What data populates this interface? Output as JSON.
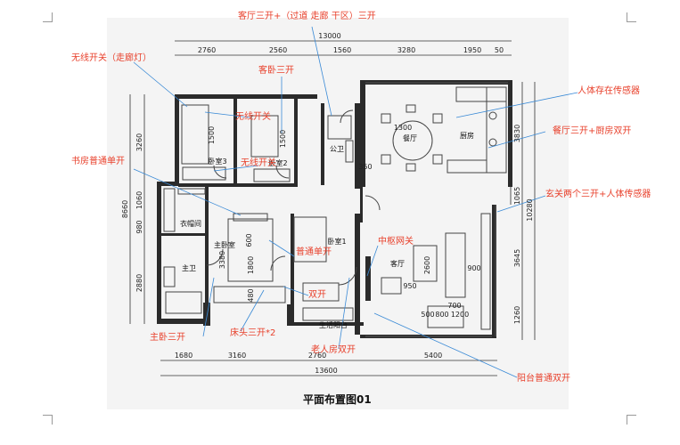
{
  "annotations": {
    "living_room_top": "客厅三开+（过道 走廊 干区）三开",
    "wireless_corridor": "无线开关（走廊灯）",
    "guest_bedroom": "客卧三开",
    "wireless_1": "无线开关",
    "study_single": "书房普通单开",
    "wireless_2": "无线开关",
    "presence_sensor": "人体存在传感器",
    "dining_kitchen": "餐厅三开+厨房双开",
    "entrance": "玄关两个三开+人体传感器",
    "hub_switch": "中枢网关",
    "plain_single": "普通单开",
    "double_switch": "双开",
    "master_bedroom": "主卧三开",
    "bedside": "床头三开*2",
    "elder_room": "老人房双开",
    "balcony": "阳台普通双开"
  },
  "rooms": {
    "bedroom3": "卧室3",
    "bedroom2": "卧室2",
    "public_wc": "公卫",
    "dining": "餐厅",
    "kitchen": "厨房",
    "closet": "衣帽间",
    "master_bath": "主卫",
    "master_bedroom": "主卧室",
    "bedroom1": "卧室1",
    "living": "客厅",
    "balcony": "生活阳台"
  },
  "dimensions": {
    "top_total": "13000",
    "top": [
      "2760",
      "2560",
      "1560",
      "3280",
      "1950",
      "50"
    ],
    "bottom": [
      "1680",
      "3160",
      "2760",
      "5400"
    ],
    "bottom_total": "13600",
    "left_total": "8660",
    "left": [
      "3260",
      "1060",
      "980",
      "2880"
    ],
    "right": [
      "3830",
      "1065",
      "3645",
      "1260"
    ],
    "right_total": "10280",
    "inner": [
      "1500",
      "1500",
      "1300",
      "3380",
      "1800",
      "480",
      "2600",
      "950",
      "900",
      "700",
      "600",
      "1200",
      "350",
      "500",
      "800"
    ]
  },
  "caption": "平面布置图01"
}
